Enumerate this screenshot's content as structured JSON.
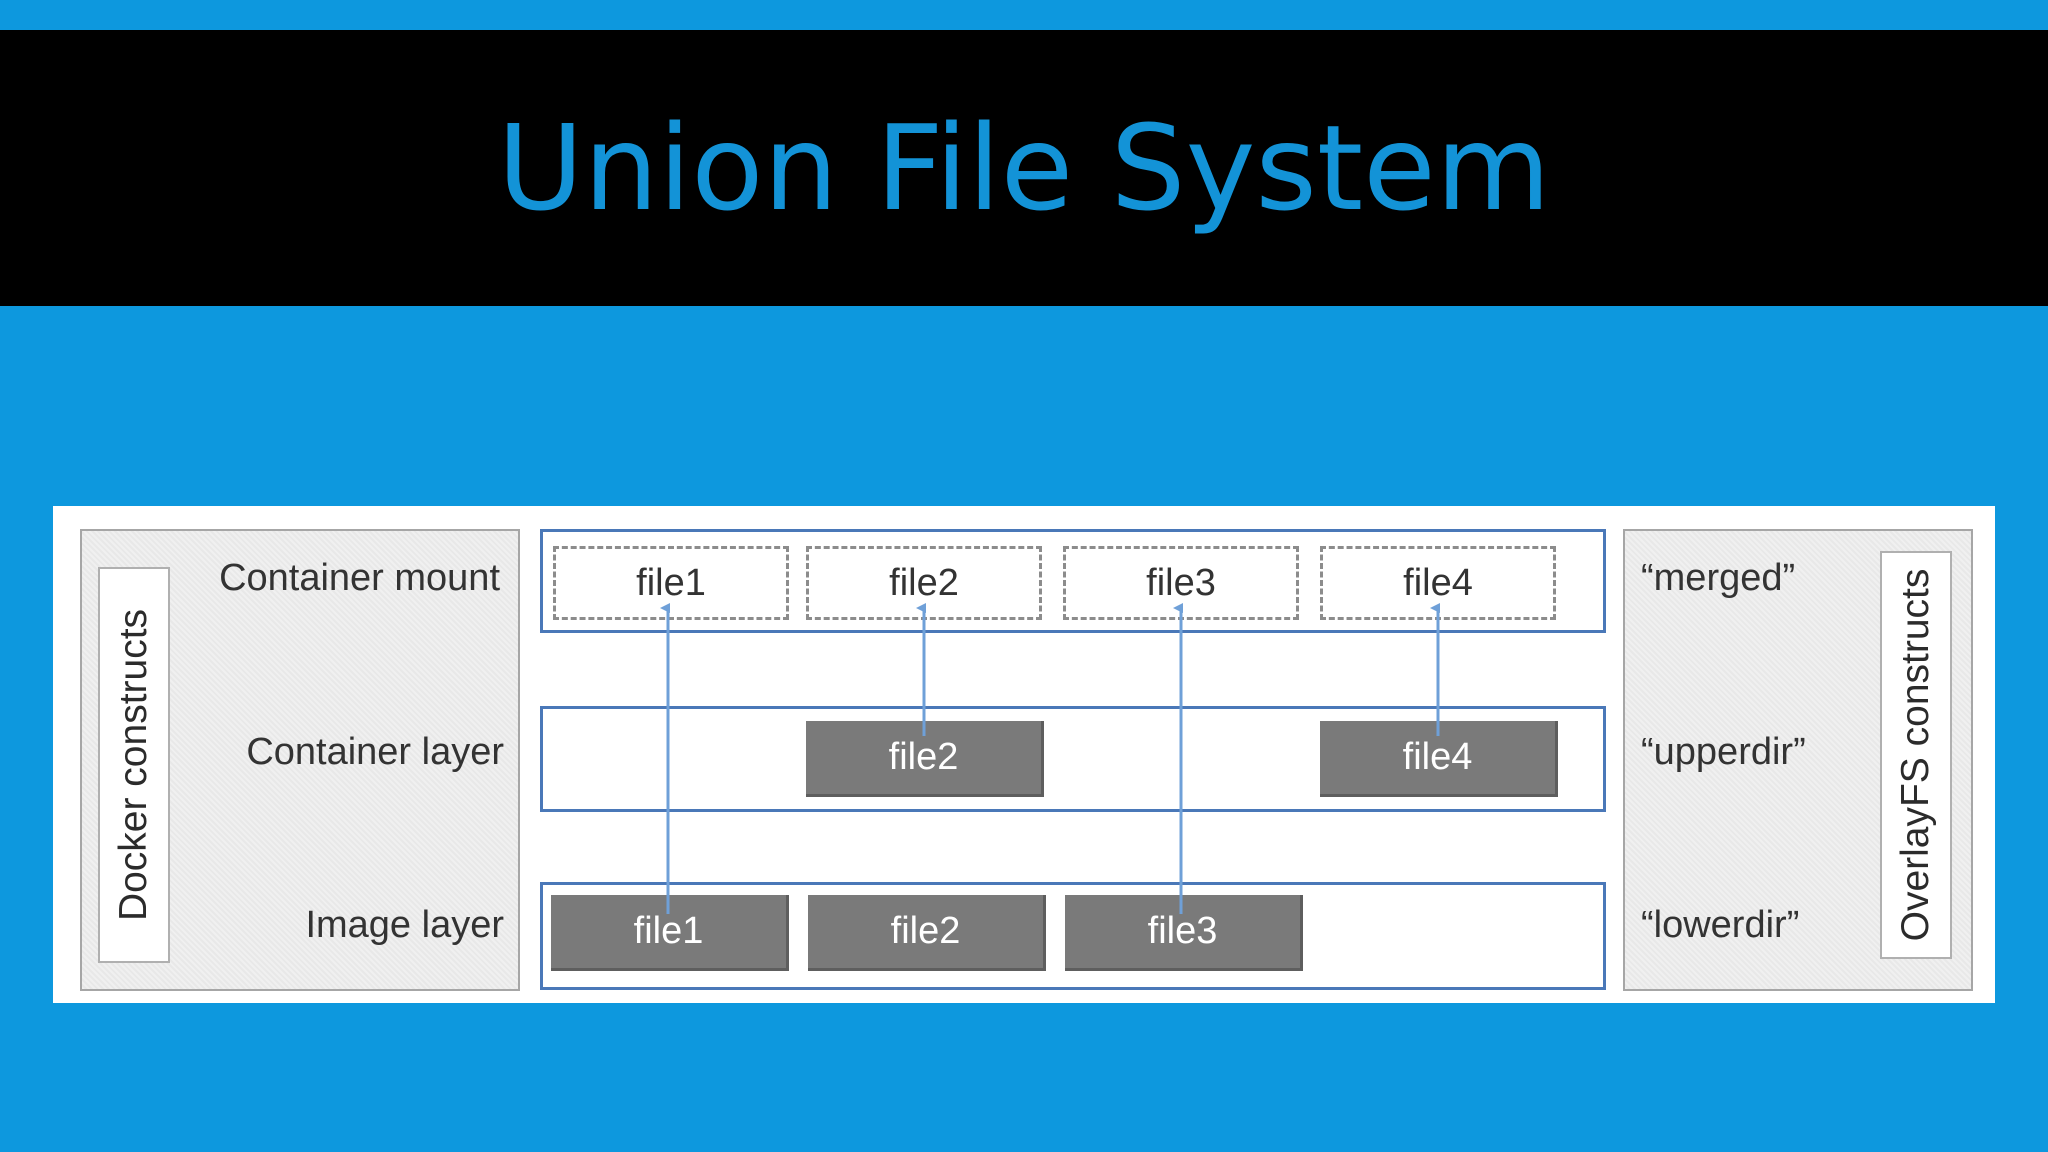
{
  "title": "Union File System",
  "diagram": {
    "left_panel_label": "Docker constructs",
    "right_panel_label": "OverlayFS constructs",
    "rows": [
      {
        "label": "Container mount",
        "overlay_name": "“merged”"
      },
      {
        "label": "Container layer",
        "overlay_name": "“upperdir”"
      },
      {
        "label": "Image layer",
        "overlay_name": "“lowerdir”"
      }
    ],
    "mount_files": [
      "file1",
      "file2",
      "file3",
      "file4"
    ],
    "container_files": [
      "file2",
      "file4"
    ],
    "image_files": [
      "file1",
      "file2",
      "file3"
    ],
    "arrows": [
      {
        "from": "Image layer file1",
        "to": "Container mount file1"
      },
      {
        "from": "Container layer file2",
        "to": "Container mount file2"
      },
      {
        "from": "Image layer file3",
        "to": "Container mount file3"
      },
      {
        "from": "Container layer file4",
        "to": "Container mount file4"
      }
    ]
  },
  "colors": {
    "background": "#0d98de",
    "title_bar": "#000000",
    "title_text": "#1393d7",
    "layer_border": "#4a78b8",
    "arrow": "#6fa0d8",
    "file_solid": "#7a7a7a"
  }
}
